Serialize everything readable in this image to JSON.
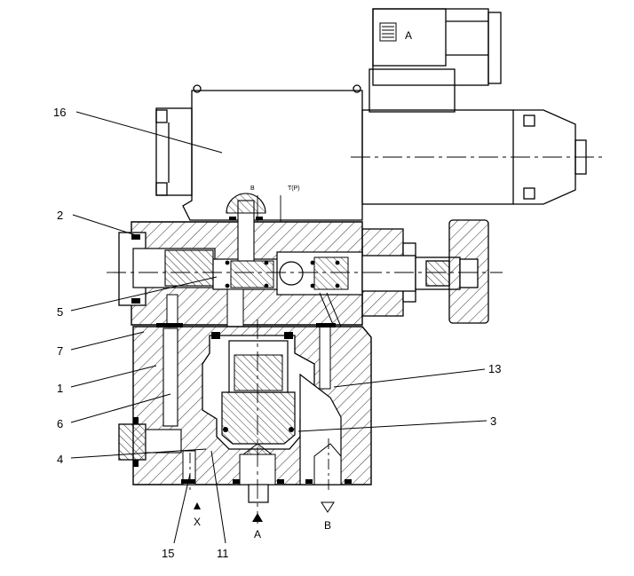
{
  "solenoid": {
    "connector_letter": "A"
  },
  "callouts": {
    "left": [
      "16",
      "2",
      "5",
      "7",
      "1",
      "6",
      "4"
    ],
    "right": [
      "13",
      "3"
    ],
    "bottom": [
      "15",
      "11"
    ]
  },
  "ports": {
    "x": "X",
    "a": "A",
    "b": "B",
    "small_b": "B",
    "small_tp": "T(P)"
  }
}
